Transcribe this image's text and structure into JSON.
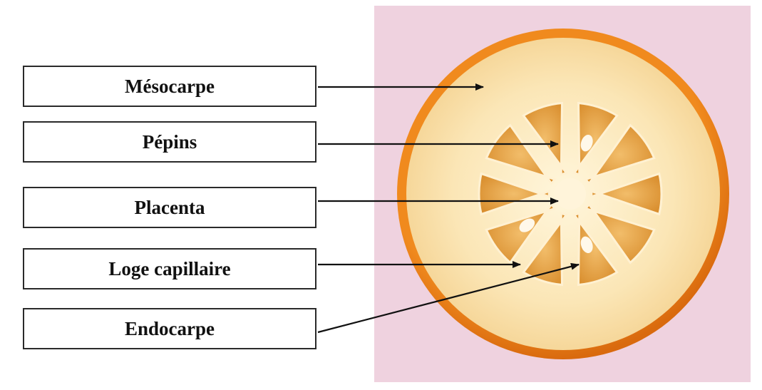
{
  "labels": [
    {
      "id": "mesocarpe",
      "text": "Mésocarpe"
    },
    {
      "id": "pepins",
      "text": "Pépins"
    },
    {
      "id": "placenta",
      "text": "Placenta"
    },
    {
      "id": "loge",
      "text": "Loge capillaire"
    },
    {
      "id": "endocarpe",
      "text": "Endocarpe"
    }
  ],
  "colors": {
    "background_photo": "#eed0de",
    "peel": "#e77e1a",
    "albedo": "#fbe6b6",
    "segment": "#e39a3a",
    "segment_light": "#f0b866",
    "membrane": "#fff3d6",
    "arrow": "#111111"
  }
}
